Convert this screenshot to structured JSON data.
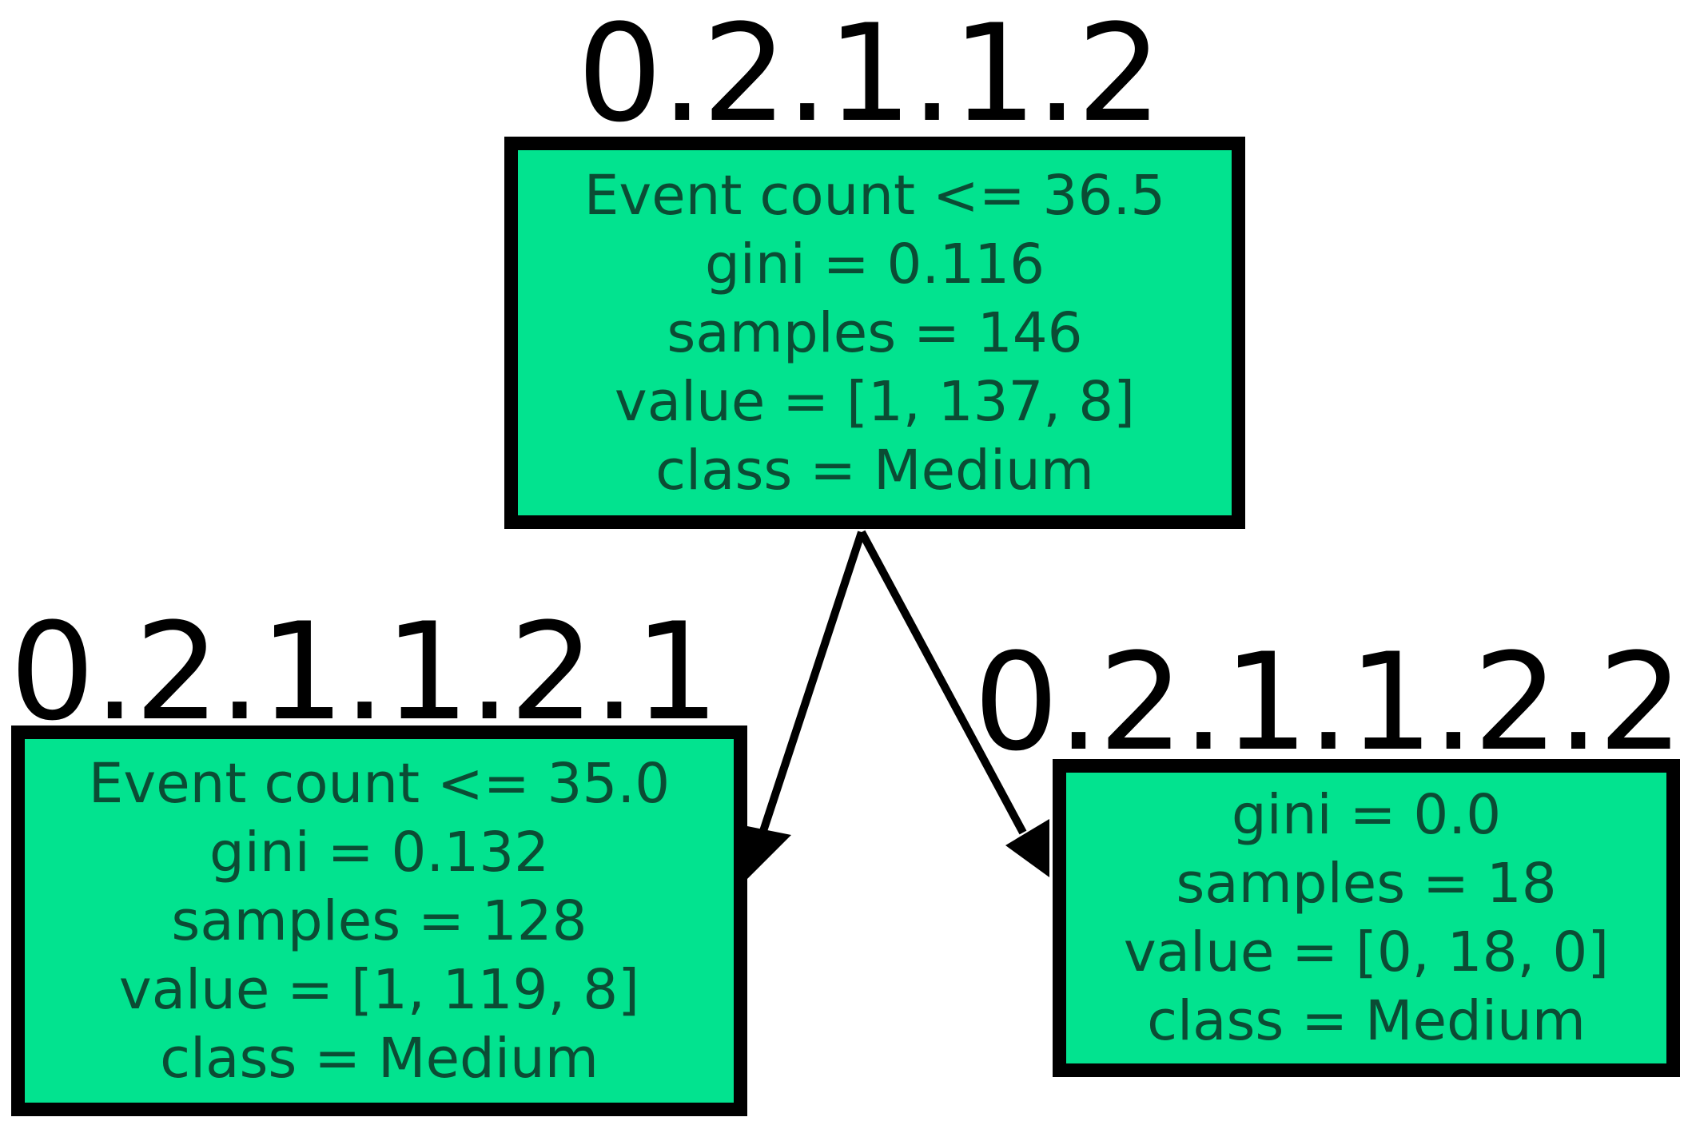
{
  "diagram": {
    "colors": {
      "node_fill": "#02e38f",
      "node_border": "#000000",
      "node_text": "#0b4c34",
      "edge": "#000000"
    },
    "nodes": {
      "root": {
        "id": "0.2.1.1.2",
        "lines": [
          "Event count <= 36.5",
          "gini = 0.116",
          "samples = 146",
          "value = [1, 137, 8]",
          "class = Medium"
        ]
      },
      "left": {
        "id": "0.2.1.1.2.1",
        "lines": [
          "Event count <= 35.0",
          "gini = 0.132",
          "samples = 128",
          "value = [1, 119, 8]",
          "class = Medium"
        ]
      },
      "right": {
        "id": "0.2.1.1.2.2",
        "lines": [
          "gini = 0.0",
          "samples = 18",
          "value = [0, 18, 0]",
          "class = Medium"
        ]
      }
    },
    "edges": [
      {
        "from": "0.2.1.1.2",
        "to": "0.2.1.1.2.1"
      },
      {
        "from": "0.2.1.1.2",
        "to": "0.2.1.1.2.2"
      }
    ]
  }
}
